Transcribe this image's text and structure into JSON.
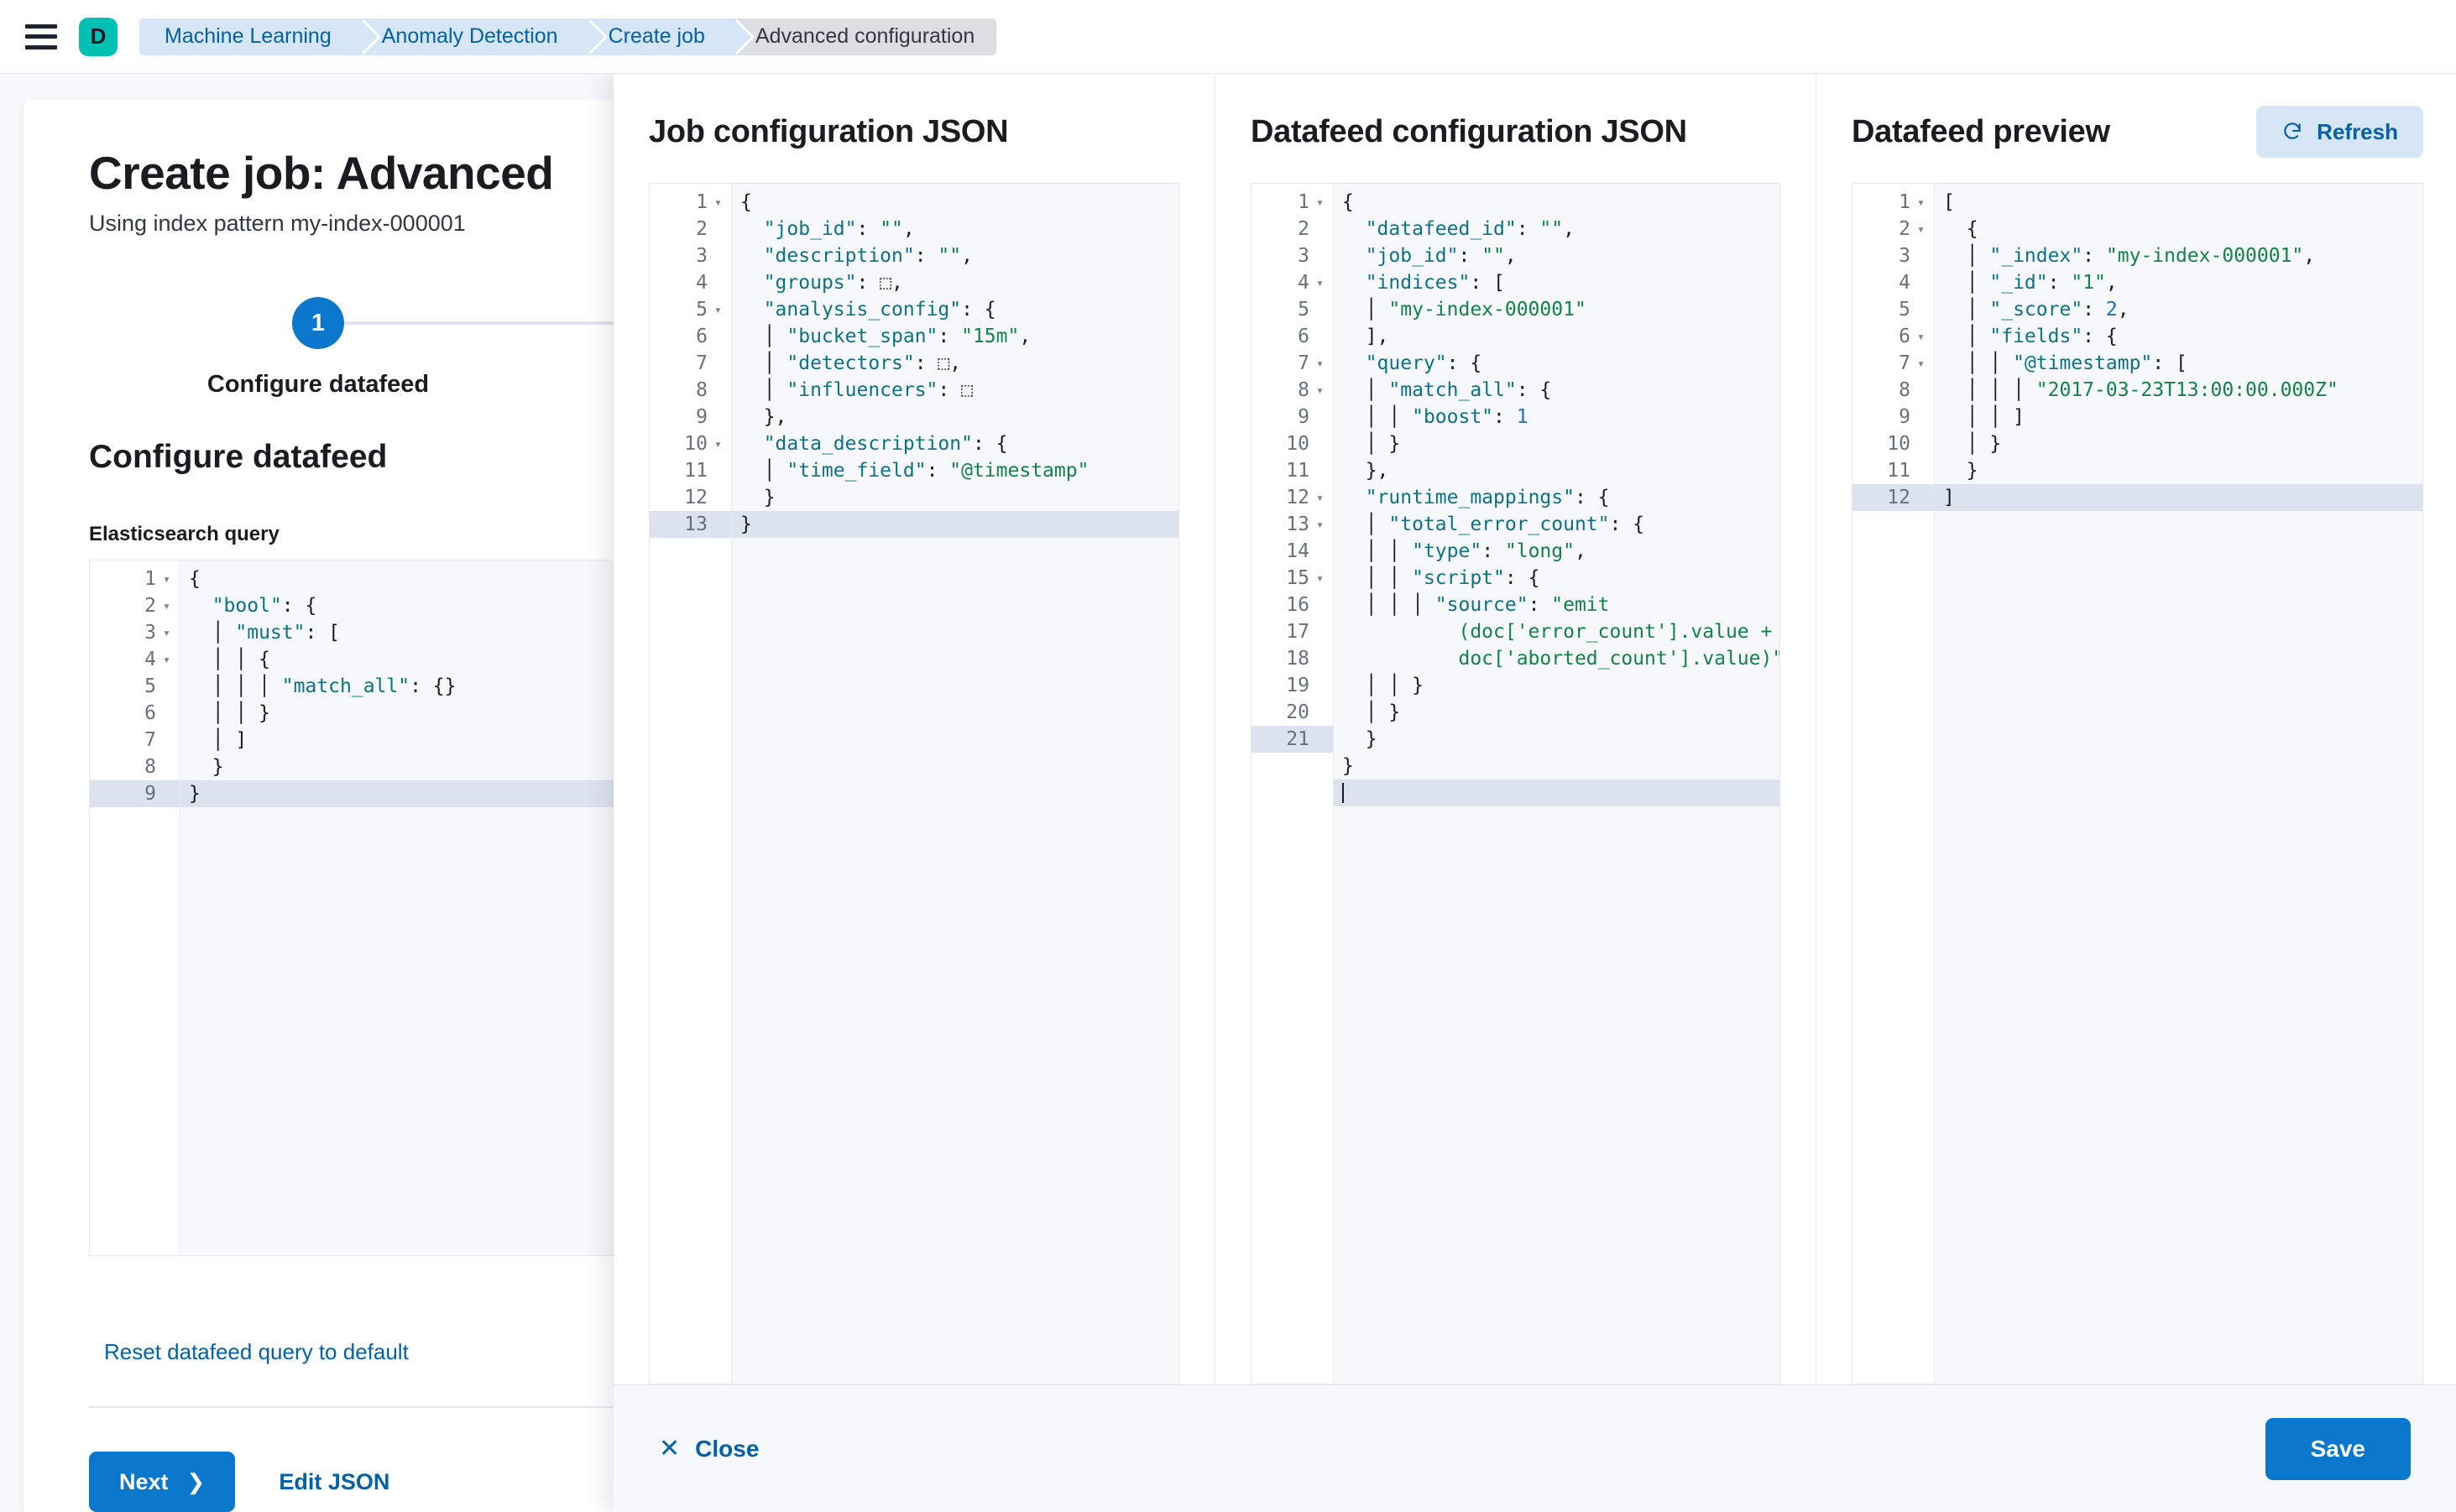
{
  "topbar": {
    "menu_icon": "hamburger-icon",
    "logo_letter": "D",
    "breadcrumbs": [
      {
        "label": "Machine Learning",
        "active": false
      },
      {
        "label": "Anomaly Detection",
        "active": false
      },
      {
        "label": "Create job",
        "active": false
      },
      {
        "label": "Advanced configuration",
        "active": true
      }
    ]
  },
  "page": {
    "title": "Create job: Advanced",
    "subtitle": "Using index pattern my-index-000001",
    "step_number": "1",
    "step_label": "Configure datafeed",
    "section_title": "Configure datafeed",
    "query_label": "Elasticsearch query",
    "reset_link": "Reset datafeed query to default",
    "next_label": "Next",
    "next_chevron": "chevron-right-icon",
    "edit_json_label": "Edit JSON"
  },
  "query_editor": {
    "lines": [
      {
        "n": "1",
        "fold": true,
        "active": false,
        "tokens": [
          {
            "t": "p",
            "v": "{"
          }
        ]
      },
      {
        "n": "2",
        "fold": true,
        "active": false,
        "tokens": [
          {
            "t": "p",
            "v": "  "
          },
          {
            "t": "k",
            "v": "\"bool\""
          },
          {
            "t": "p",
            "v": ": {"
          }
        ]
      },
      {
        "n": "3",
        "fold": true,
        "active": false,
        "tokens": [
          {
            "t": "p",
            "v": "  │ "
          },
          {
            "t": "k",
            "v": "\"must\""
          },
          {
            "t": "p",
            "v": ": ["
          }
        ]
      },
      {
        "n": "4",
        "fold": true,
        "active": false,
        "tokens": [
          {
            "t": "p",
            "v": "  │ │ {"
          }
        ]
      },
      {
        "n": "5",
        "fold": false,
        "active": false,
        "tokens": [
          {
            "t": "p",
            "v": "  │ │ │ "
          },
          {
            "t": "k",
            "v": "\"match_all\""
          },
          {
            "t": "p",
            "v": ": {}"
          }
        ]
      },
      {
        "n": "6",
        "fold": false,
        "active": false,
        "tokens": [
          {
            "t": "p",
            "v": "  │ │ }"
          }
        ]
      },
      {
        "n": "7",
        "fold": false,
        "active": false,
        "tokens": [
          {
            "t": "p",
            "v": "  │ ]"
          }
        ]
      },
      {
        "n": "8",
        "fold": false,
        "active": false,
        "tokens": [
          {
            "t": "p",
            "v": "  }"
          }
        ]
      },
      {
        "n": "9",
        "fold": false,
        "active": true,
        "tokens": [
          {
            "t": "p",
            "v": "}"
          }
        ]
      }
    ]
  },
  "flyout": {
    "job_config": {
      "title": "Job configuration JSON",
      "lines": [
        {
          "n": "1",
          "fold": true,
          "active": false,
          "tokens": [
            {
              "t": "p",
              "v": "{"
            }
          ]
        },
        {
          "n": "2",
          "fold": false,
          "active": false,
          "tokens": [
            {
              "t": "p",
              "v": "  "
            },
            {
              "t": "k",
              "v": "\"job_id\""
            },
            {
              "t": "p",
              "v": ": "
            },
            {
              "t": "s",
              "v": "\"\""
            },
            {
              "t": "p",
              "v": ","
            }
          ]
        },
        {
          "n": "3",
          "fold": false,
          "active": false,
          "tokens": [
            {
              "t": "p",
              "v": "  "
            },
            {
              "t": "k",
              "v": "\"description\""
            },
            {
              "t": "p",
              "v": ": "
            },
            {
              "t": "s",
              "v": "\"\""
            },
            {
              "t": "p",
              "v": ","
            }
          ]
        },
        {
          "n": "4",
          "fold": false,
          "active": false,
          "tokens": [
            {
              "t": "p",
              "v": "  "
            },
            {
              "t": "k",
              "v": "\"groups\""
            },
            {
              "t": "p",
              "v": ": ⬚,"
            }
          ]
        },
        {
          "n": "5",
          "fold": true,
          "active": false,
          "tokens": [
            {
              "t": "p",
              "v": "  "
            },
            {
              "t": "k",
              "v": "\"analysis_config\""
            },
            {
              "t": "p",
              "v": ": {"
            }
          ]
        },
        {
          "n": "6",
          "fold": false,
          "active": false,
          "tokens": [
            {
              "t": "p",
              "v": "  │ "
            },
            {
              "t": "k",
              "v": "\"bucket_span\""
            },
            {
              "t": "p",
              "v": ": "
            },
            {
              "t": "s",
              "v": "\"15m\""
            },
            {
              "t": "p",
              "v": ","
            }
          ]
        },
        {
          "n": "7",
          "fold": false,
          "active": false,
          "tokens": [
            {
              "t": "p",
              "v": "  │ "
            },
            {
              "t": "k",
              "v": "\"detectors\""
            },
            {
              "t": "p",
              "v": ": ⬚,"
            }
          ]
        },
        {
          "n": "8",
          "fold": false,
          "active": false,
          "tokens": [
            {
              "t": "p",
              "v": "  │ "
            },
            {
              "t": "k",
              "v": "\"influencers\""
            },
            {
              "t": "p",
              "v": ": ⬚"
            }
          ]
        },
        {
          "n": "9",
          "fold": false,
          "active": false,
          "tokens": [
            {
              "t": "p",
              "v": "  },"
            }
          ]
        },
        {
          "n": "10",
          "fold": true,
          "active": false,
          "tokens": [
            {
              "t": "p",
              "v": "  "
            },
            {
              "t": "k",
              "v": "\"data_description\""
            },
            {
              "t": "p",
              "v": ": {"
            }
          ]
        },
        {
          "n": "11",
          "fold": false,
          "active": false,
          "tokens": [
            {
              "t": "p",
              "v": "  │ "
            },
            {
              "t": "k",
              "v": "\"time_field\""
            },
            {
              "t": "p",
              "v": ": "
            },
            {
              "t": "s",
              "v": "\"@timestamp\""
            }
          ]
        },
        {
          "n": "12",
          "fold": false,
          "active": false,
          "tokens": [
            {
              "t": "p",
              "v": "  }"
            }
          ]
        },
        {
          "n": "13",
          "fold": false,
          "active": true,
          "tokens": [
            {
              "t": "p",
              "v": "}"
            }
          ]
        }
      ]
    },
    "datafeed_config": {
      "title": "Datafeed configuration JSON",
      "lines": [
        {
          "n": "1",
          "fold": true,
          "active": false,
          "tokens": [
            {
              "t": "p",
              "v": "{"
            }
          ]
        },
        {
          "n": "2",
          "fold": false,
          "active": false,
          "tokens": [
            {
              "t": "p",
              "v": "  "
            },
            {
              "t": "k",
              "v": "\"datafeed_id\""
            },
            {
              "t": "p",
              "v": ": "
            },
            {
              "t": "s",
              "v": "\"\""
            },
            {
              "t": "p",
              "v": ","
            }
          ]
        },
        {
          "n": "3",
          "fold": false,
          "active": false,
          "tokens": [
            {
              "t": "p",
              "v": "  "
            },
            {
              "t": "k",
              "v": "\"job_id\""
            },
            {
              "t": "p",
              "v": ": "
            },
            {
              "t": "s",
              "v": "\"\""
            },
            {
              "t": "p",
              "v": ","
            }
          ]
        },
        {
          "n": "4",
          "fold": true,
          "active": false,
          "tokens": [
            {
              "t": "p",
              "v": "  "
            },
            {
              "t": "k",
              "v": "\"indices\""
            },
            {
              "t": "p",
              "v": ": ["
            }
          ]
        },
        {
          "n": "5",
          "fold": false,
          "active": false,
          "tokens": [
            {
              "t": "p",
              "v": "  │ "
            },
            {
              "t": "s",
              "v": "\"my-index-000001\""
            }
          ]
        },
        {
          "n": "6",
          "fold": false,
          "active": false,
          "tokens": [
            {
              "t": "p",
              "v": "  ],"
            }
          ]
        },
        {
          "n": "7",
          "fold": true,
          "active": false,
          "tokens": [
            {
              "t": "p",
              "v": "  "
            },
            {
              "t": "k",
              "v": "\"query\""
            },
            {
              "t": "p",
              "v": ": {"
            }
          ]
        },
        {
          "n": "8",
          "fold": true,
          "active": false,
          "tokens": [
            {
              "t": "p",
              "v": "  │ "
            },
            {
              "t": "k",
              "v": "\"match_all\""
            },
            {
              "t": "p",
              "v": ": {"
            }
          ]
        },
        {
          "n": "9",
          "fold": false,
          "active": false,
          "tokens": [
            {
              "t": "p",
              "v": "  │ │ "
            },
            {
              "t": "k",
              "v": "\"boost\""
            },
            {
              "t": "p",
              "v": ": "
            },
            {
              "t": "n",
              "v": "1"
            }
          ]
        },
        {
          "n": "10",
          "fold": false,
          "active": false,
          "tokens": [
            {
              "t": "p",
              "v": "  │ }"
            }
          ]
        },
        {
          "n": "11",
          "fold": false,
          "active": false,
          "tokens": [
            {
              "t": "p",
              "v": "  },"
            }
          ]
        },
        {
          "n": "12",
          "fold": true,
          "active": false,
          "tokens": [
            {
              "t": "p",
              "v": "  "
            },
            {
              "t": "k",
              "v": "\"runtime_mappings\""
            },
            {
              "t": "p",
              "v": ": {"
            }
          ]
        },
        {
          "n": "13",
          "fold": true,
          "active": false,
          "tokens": [
            {
              "t": "p",
              "v": "  │ "
            },
            {
              "t": "k",
              "v": "\"total_error_count\""
            },
            {
              "t": "p",
              "v": ": {"
            }
          ]
        },
        {
          "n": "14",
          "fold": false,
          "active": false,
          "tokens": [
            {
              "t": "p",
              "v": "  │ │ "
            },
            {
              "t": "k",
              "v": "\"type\""
            },
            {
              "t": "p",
              "v": ": "
            },
            {
              "t": "s",
              "v": "\"long\""
            },
            {
              "t": "p",
              "v": ","
            }
          ]
        },
        {
          "n": "15",
          "fold": true,
          "active": false,
          "tokens": [
            {
              "t": "p",
              "v": "  │ │ "
            },
            {
              "t": "k",
              "v": "\"script\""
            },
            {
              "t": "p",
              "v": ": {"
            }
          ]
        },
        {
          "n": "16",
          "fold": false,
          "active": false,
          "wrap": true,
          "tokens": [
            {
              "t": "p",
              "v": "  │ │ │ "
            },
            {
              "t": "k",
              "v": "\"source\""
            },
            {
              "t": "p",
              "v": ": "
            },
            {
              "t": "s",
              "v": "\"emit"
            },
            {
              "t": "wrap",
              "v": "(doc['error_count'].value +"
            },
            {
              "t": "wrap",
              "v": "doc['aborted_count'].value)\""
            }
          ]
        },
        {
          "n": "17",
          "fold": false,
          "active": false,
          "tokens": [
            {
              "t": "p",
              "v": "  │ │ }"
            }
          ]
        },
        {
          "n": "18",
          "fold": false,
          "active": false,
          "tokens": [
            {
              "t": "p",
              "v": "  │ }"
            }
          ]
        },
        {
          "n": "19",
          "fold": false,
          "active": false,
          "tokens": [
            {
              "t": "p",
              "v": "  }"
            }
          ]
        },
        {
          "n": "20",
          "fold": false,
          "active": false,
          "tokens": [
            {
              "t": "p",
              "v": "}"
            }
          ]
        },
        {
          "n": "21",
          "fold": false,
          "active": true,
          "caret": true,
          "tokens": []
        }
      ]
    },
    "datafeed_preview": {
      "title": "Datafeed preview",
      "refresh_label": "Refresh",
      "refresh_icon": "refresh-icon",
      "lines": [
        {
          "n": "1",
          "fold": true,
          "active": false,
          "tokens": [
            {
              "t": "p",
              "v": "["
            }
          ]
        },
        {
          "n": "2",
          "fold": true,
          "active": false,
          "tokens": [
            {
              "t": "p",
              "v": "  {"
            }
          ]
        },
        {
          "n": "3",
          "fold": false,
          "active": false,
          "tokens": [
            {
              "t": "p",
              "v": "  │ "
            },
            {
              "t": "k",
              "v": "\"_index\""
            },
            {
              "t": "p",
              "v": ": "
            },
            {
              "t": "s",
              "v": "\"my-index-000001\""
            },
            {
              "t": "p",
              "v": ","
            }
          ]
        },
        {
          "n": "4",
          "fold": false,
          "active": false,
          "tokens": [
            {
              "t": "p",
              "v": "  │ "
            },
            {
              "t": "k",
              "v": "\"_id\""
            },
            {
              "t": "p",
              "v": ": "
            },
            {
              "t": "s",
              "v": "\"1\""
            },
            {
              "t": "p",
              "v": ","
            }
          ]
        },
        {
          "n": "5",
          "fold": false,
          "active": false,
          "tokens": [
            {
              "t": "p",
              "v": "  │ "
            },
            {
              "t": "k",
              "v": "\"_score\""
            },
            {
              "t": "p",
              "v": ": "
            },
            {
              "t": "n",
              "v": "2"
            },
            {
              "t": "p",
              "v": ","
            }
          ]
        },
        {
          "n": "6",
          "fold": true,
          "active": false,
          "tokens": [
            {
              "t": "p",
              "v": "  │ "
            },
            {
              "t": "k",
              "v": "\"fields\""
            },
            {
              "t": "p",
              "v": ": {"
            }
          ]
        },
        {
          "n": "7",
          "fold": true,
          "active": false,
          "tokens": [
            {
              "t": "p",
              "v": "  │ │ "
            },
            {
              "t": "k",
              "v": "\"@timestamp\""
            },
            {
              "t": "p",
              "v": ": ["
            }
          ]
        },
        {
          "n": "8",
          "fold": false,
          "active": false,
          "tokens": [
            {
              "t": "p",
              "v": "  │ │ │ "
            },
            {
              "t": "s",
              "v": "\"2017-03-23T13:00:00.000Z\""
            }
          ]
        },
        {
          "n": "9",
          "fold": false,
          "active": false,
          "tokens": [
            {
              "t": "p",
              "v": "  │ │ ]"
            }
          ]
        },
        {
          "n": "10",
          "fold": false,
          "active": false,
          "tokens": [
            {
              "t": "p",
              "v": "  │ }"
            }
          ]
        },
        {
          "n": "11",
          "fold": false,
          "active": false,
          "tokens": [
            {
              "t": "p",
              "v": "  }"
            }
          ]
        },
        {
          "n": "12",
          "fold": false,
          "active": true,
          "tokens": [
            {
              "t": "p",
              "v": "]"
            }
          ]
        }
      ]
    },
    "footer": {
      "close_label": "Close",
      "close_icon": "close-x-icon",
      "save_label": "Save"
    }
  },
  "colors": {
    "primary": "#0b77cc",
    "link": "#0061a6",
    "brand_logo": "#00bfb3",
    "breadcrumb_bg": "#d6e6f7",
    "breadcrumb_active_bg": "#dcdee3",
    "editor_bg": "#f7f8fc",
    "active_line": "#dde3ee",
    "json_key": "#0b7285",
    "json_string": "#118248",
    "json_number": "#1574b8"
  }
}
